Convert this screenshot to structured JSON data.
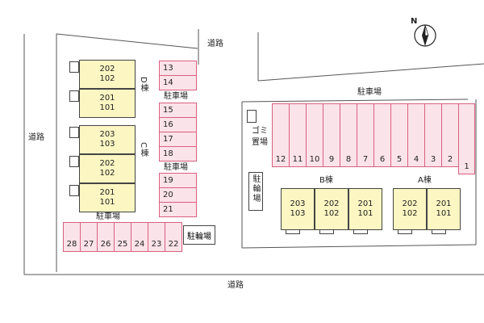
{
  "compass": {
    "north": "N"
  },
  "roads": [
    "道路",
    "道路",
    "道路"
  ],
  "buildings": {
    "D": {
      "label": "D棟",
      "units": [
        [
          "202",
          "102"
        ],
        [
          "201",
          "101"
        ]
      ]
    },
    "C": {
      "label": "C棟",
      "units": [
        [
          "203",
          "103"
        ],
        [
          "202",
          "102"
        ],
        [
          "201",
          "101"
        ]
      ]
    },
    "B": {
      "label": "B棟",
      "units": [
        [
          "203",
          "103"
        ],
        [
          "202",
          "102"
        ],
        [
          "201",
          "101"
        ]
      ]
    },
    "A": {
      "label": "A棟",
      "units": [
        [
          "202",
          "102"
        ],
        [
          "201",
          "101"
        ]
      ]
    }
  },
  "parking_labels": [
    "駐車場",
    "駐車場",
    "駐車場",
    "駐車場"
  ],
  "parking_west_col_1": [
    "13",
    "14"
  ],
  "parking_west_col_2": [
    "15",
    "16",
    "17",
    "18"
  ],
  "parking_west_col_3": [
    "19",
    "20",
    "21"
  ],
  "parking_bottom_row": [
    "28",
    "27",
    "26",
    "25",
    "24",
    "23",
    "22"
  ],
  "parking_east_row": [
    "12",
    "11",
    "10",
    "9",
    "8",
    "7",
    "6",
    "5",
    "4",
    "3",
    "2",
    "1"
  ],
  "garbage": "ゴミ置場",
  "bicycle_parking": "駐輪場",
  "bicycle_parking_vertical": "駐輪場",
  "colors": {
    "parking_fill": "#fbe3ea",
    "parking_stroke": "#d9607e",
    "building_fill": "#fcf6c3",
    "line": "#555555"
  }
}
